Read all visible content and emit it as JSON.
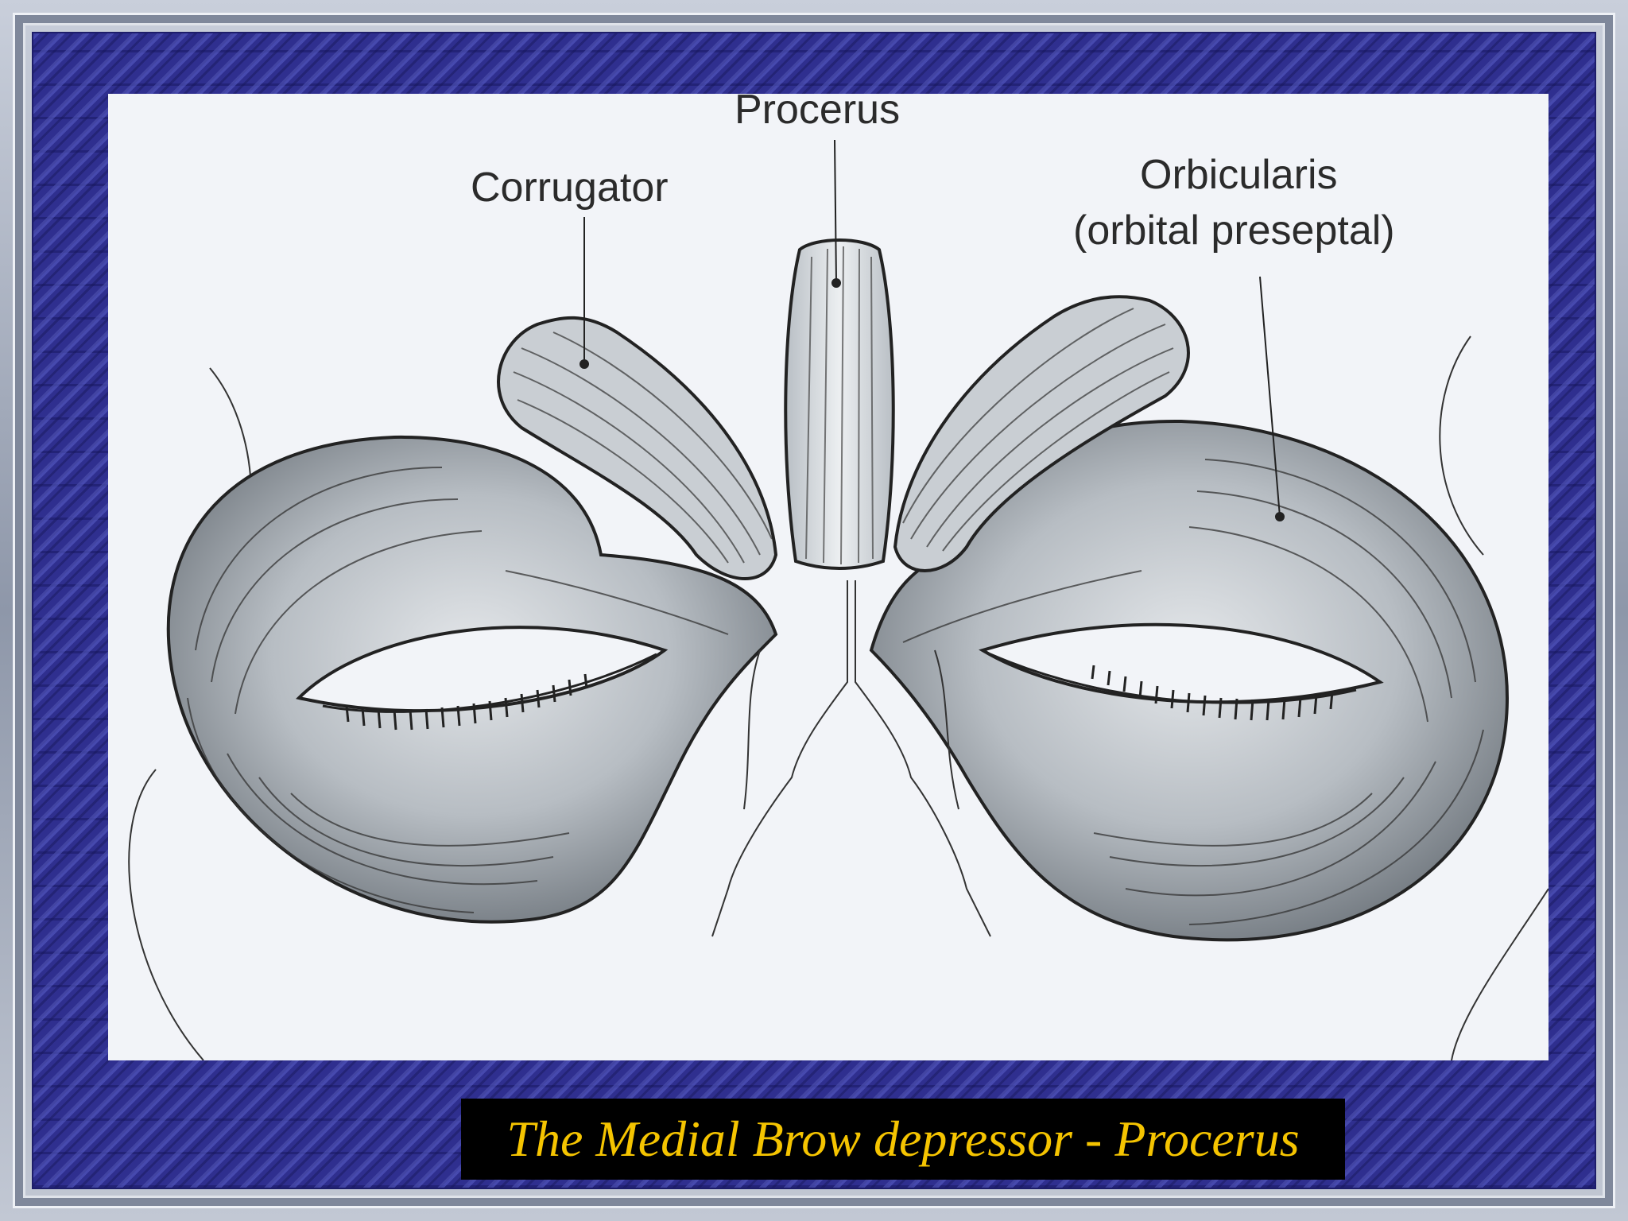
{
  "labels": {
    "procerus": "Procerus",
    "corrugator": "Corrugator",
    "orbicularis_line1": "Orbicularis",
    "orbicularis_line2": "(orbital preseptal)"
  },
  "caption": "The Medial Brow depressor - Procerus",
  "colors": {
    "frame_blue": "#2f2f8f",
    "caption_text": "#f5c400",
    "caption_bg": "#000000",
    "muscle_shade": "#a9b0b8"
  }
}
